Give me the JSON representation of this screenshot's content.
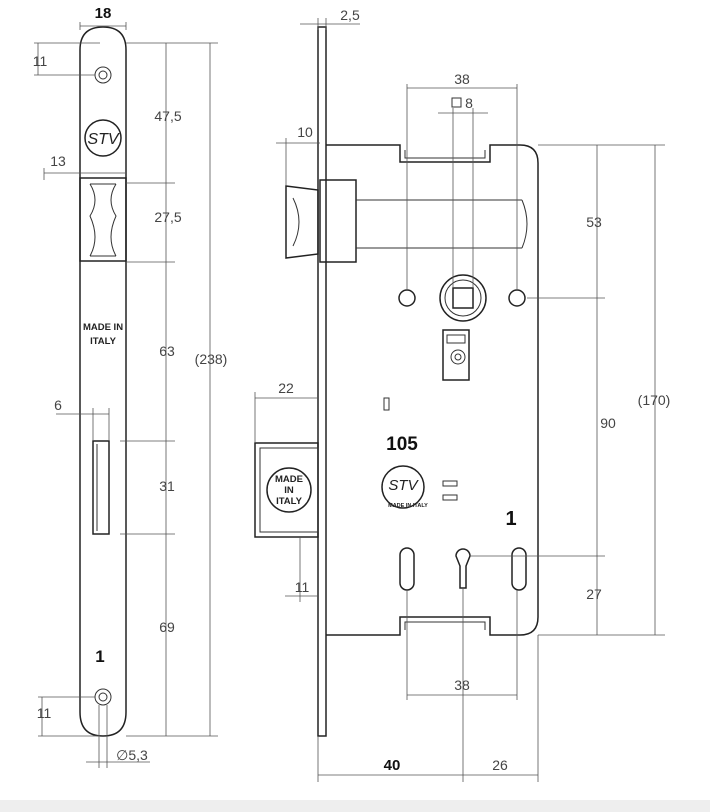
{
  "faceplate": {
    "dims": {
      "width": "18",
      "top_hole": "11",
      "to_logo": "47,5",
      "latch_height": "27,5",
      "latch_depth": "13",
      "to_bolt": "63",
      "overall": "(238)",
      "bolt_width": "6",
      "bolt_height": "31",
      "bottom_span": "69",
      "bottom_hole": "11",
      "hole_dia": "∅5,3"
    },
    "made_in_line1": "MADE IN",
    "made_in_line2": "ITALY",
    "number": "1",
    "logo": "STV"
  },
  "body": {
    "dims": {
      "plate_thickness": "2,5",
      "latch_projection": "10",
      "spindle_spacing_top": "38",
      "spindle_square": "8",
      "to_spindle": "53",
      "overall_height": "(170)",
      "centers": "90",
      "bolt_projection": "22",
      "bolt_offset": "11",
      "to_cylinder": "27",
      "cyl_spacing_bottom": "38",
      "backset": "40",
      "rear": "26"
    },
    "model": "105",
    "logo_text": "STV",
    "logo_ring": "MADE IN ITALY",
    "number": "1",
    "bolt_made_in": [
      "MADE",
      "IN",
      "ITALY"
    ]
  }
}
